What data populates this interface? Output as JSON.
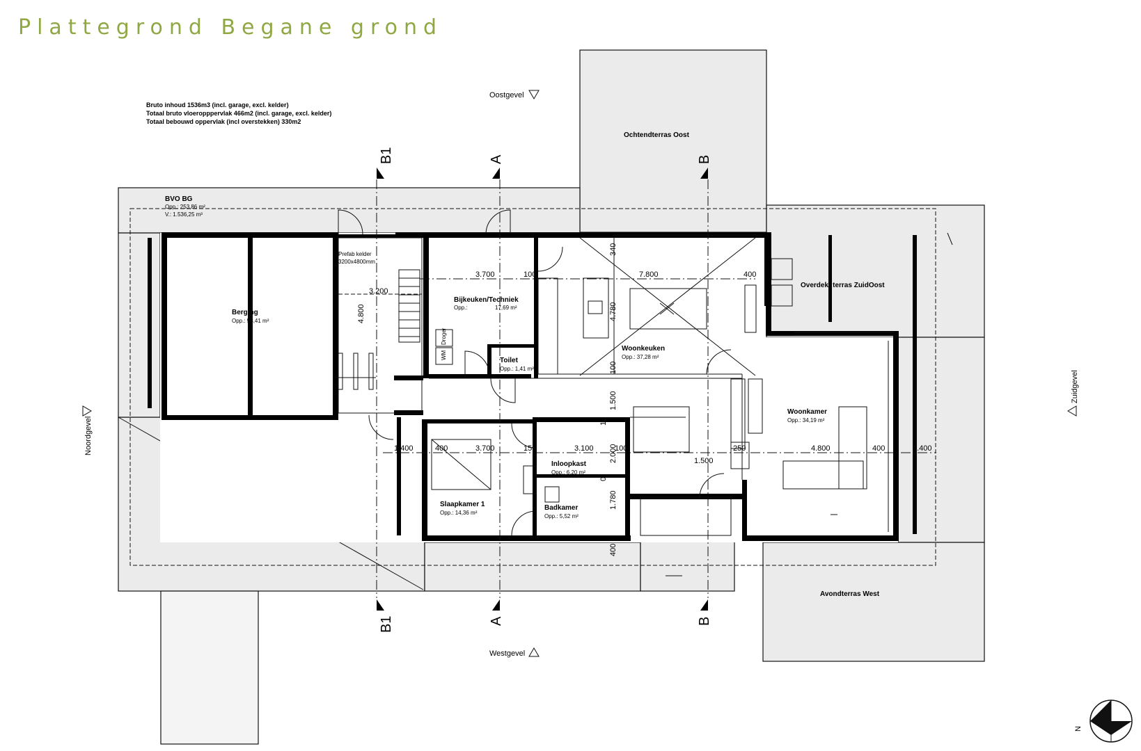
{
  "title": "Plattegrond Begane grond",
  "info_lines": [
    "Bruto inhoud 1536m3 (incl. garage, excl. kelder)",
    "Totaal bruto vloeropppervlak 466m2 (incl. garage, excl. kelder)",
    "Totaal bebouwd oppervlak (incl overstekken) 330m2"
  ],
  "bvo": {
    "label": "BVO BG",
    "opp": "Opp.: 253,86 m²",
    "volume": "V.: 1.536,25 m³"
  },
  "rooms": {
    "berging": {
      "name": "Berging",
      "opp": "Opp.: 58,41 m²"
    },
    "kelder": {
      "name": "Prefab kelder",
      "size": "3200x4800mm"
    },
    "bijkeuken": {
      "name": "Bijkeuken/Techniek",
      "opp_label": "Opp.:",
      "opp": "17,69 m²"
    },
    "toilet": {
      "name": "Toilet",
      "opp": "Opp.: 1,41 m²"
    },
    "woonkeuken": {
      "name": "Woonkeuken",
      "opp": "Opp.: 37,28 m²"
    },
    "woonkamer": {
      "name": "Woonkamer",
      "opp": "Opp.: 34,19 m²"
    },
    "slaapkamer": {
      "name": "Slaapkamer 1",
      "opp": "Opp.: 14,36 m²"
    },
    "inloopkast": {
      "name": "Inloopkast",
      "opp": "Opp.: 6,20 m²"
    },
    "badkamer": {
      "name": "Badkamer",
      "opp": "Opp.: 5,52 m²"
    }
  },
  "terraces": {
    "oost": "Ochtendterras Oost",
    "zuidoost": "Overdekt terras ZuidOost",
    "west": "Avondterras West"
  },
  "gevels": {
    "oost": "Oostgevel",
    "west": "Westgevel",
    "noord": "Noordgevel",
    "zuid": "Zuidgevel"
  },
  "sections": {
    "b1": "B1",
    "a": "A",
    "b": "B"
  },
  "appliances": {
    "droger": "Droger",
    "wm": "WM"
  },
  "compass": "N",
  "dims": {
    "d3700_top": "3.700",
    "d100_top": "100",
    "d7800": "7.800",
    "d400_top": "400",
    "d3200": "3.200",
    "d4800_v": "4.800",
    "d340": "340",
    "d4780": "4.780",
    "d100_v": "100",
    "d1500_v": "1.500",
    "d10_v": "10",
    "d2000": "2.000",
    "d0_v": "0",
    "d1780": "1.780",
    "d400_v": "400",
    "d1400_l": "1.400",
    "d400_l": "400",
    "d3700_l": "3.700",
    "d150": "150",
    "d3100": "3.100",
    "d100_l": "100",
    "d1500_h": "1.500",
    "d250": "250",
    "d4800_h": "4.800",
    "d400_r": "400",
    "d1400_r": "1.400"
  }
}
